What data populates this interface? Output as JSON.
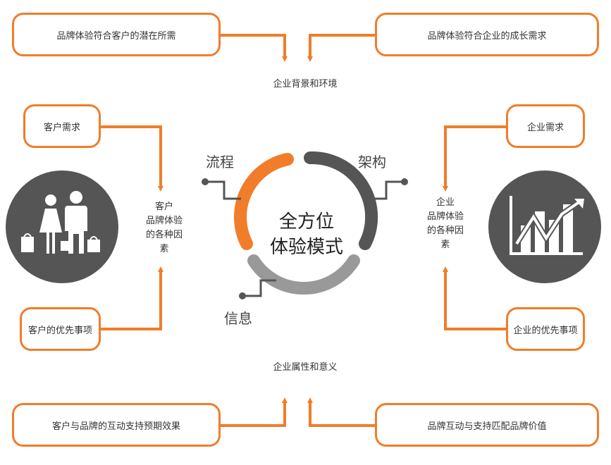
{
  "colors": {
    "accent": "#F07D2A",
    "dark": "#555555",
    "mid": "#999999",
    "text": "#333333"
  },
  "top": {
    "left_box": "品牌体验符合客户的潜在所需",
    "right_box": "品牌体验符合企业的成长需求",
    "label": "企业背景和环境"
  },
  "left": {
    "top_box": "客户需求",
    "bottom_box": "客户的优先事项",
    "center_label": [
      "客户",
      "品牌体验",
      "的各种因",
      "素"
    ],
    "icon": "customers-icon"
  },
  "right": {
    "top_box": "企业需求",
    "bottom_box": "企业的优先事项",
    "center_label": [
      "企业",
      "品牌体验",
      "的各种因",
      "素"
    ],
    "icon": "growth-chart-icon"
  },
  "center": {
    "title_line1": "全方位",
    "title_line2": "体验模式",
    "flow": "流程",
    "structure": "架构",
    "info": "信息"
  },
  "bottom": {
    "label": "企业属性和意义",
    "left_box": "客户与品牌的互动支持预期效果",
    "right_box": "品牌互动与支持匹配品牌价值"
  }
}
